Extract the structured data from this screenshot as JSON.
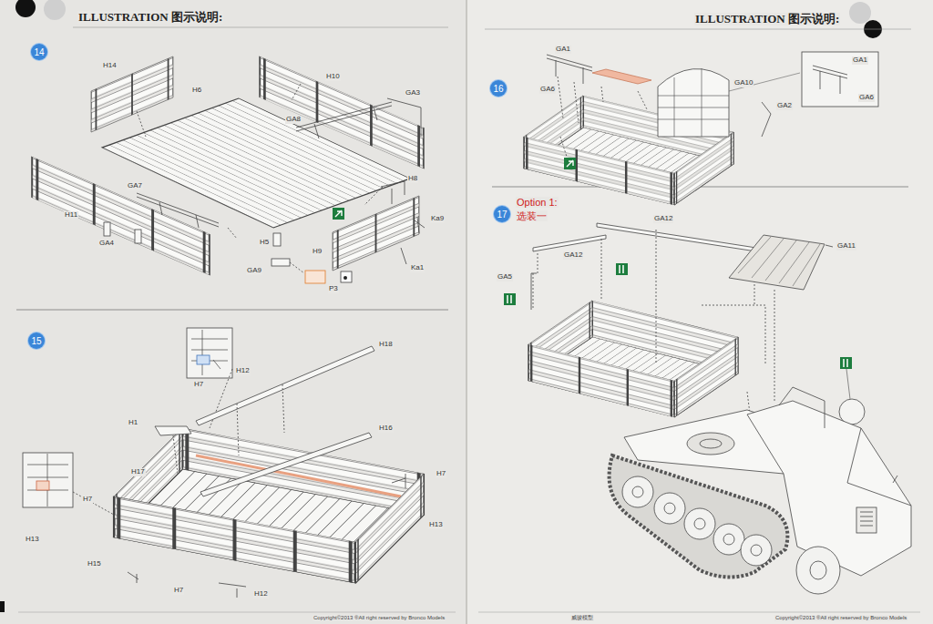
{
  "diagram": {
    "nodes": [
      {
        "text": [
          "14"
        ]
      },
      {
        "text": [
          "15"
        ]
      },
      {
        "text": [
          "16"
        ]
      },
      {
        "text": [
          "17"
        ]
      }
    ],
    "labels": [
      "ILLUSTRATION 图示说明:",
      "ILLUSTRATION 图示说明:",
      "H14",
      "H6",
      "H10",
      "GA3",
      "GA8",
      "GA7",
      "H11",
      "GA4",
      "H8",
      "Ka9",
      "H5",
      "H9",
      "GA9",
      "P3",
      "Ka1",
      "H18",
      "H12",
      "H7",
      "H1",
      "H16",
      "H17",
      "H7",
      "H7",
      "H13",
      "H15",
      "H13",
      "H7",
      "H12",
      "GA1",
      "GA6",
      "GA10",
      "GA2",
      "GA1",
      "GA6",
      "Option 1:",
      "选装一",
      "GA12",
      "GA12",
      "GA11",
      "GA5",
      "Copyright©2013 ®All right reserved by Bronco Models",
      "威骏模型",
      "Copyright©2013 ®All right reserved by Bronco Models"
    ]
  }
}
